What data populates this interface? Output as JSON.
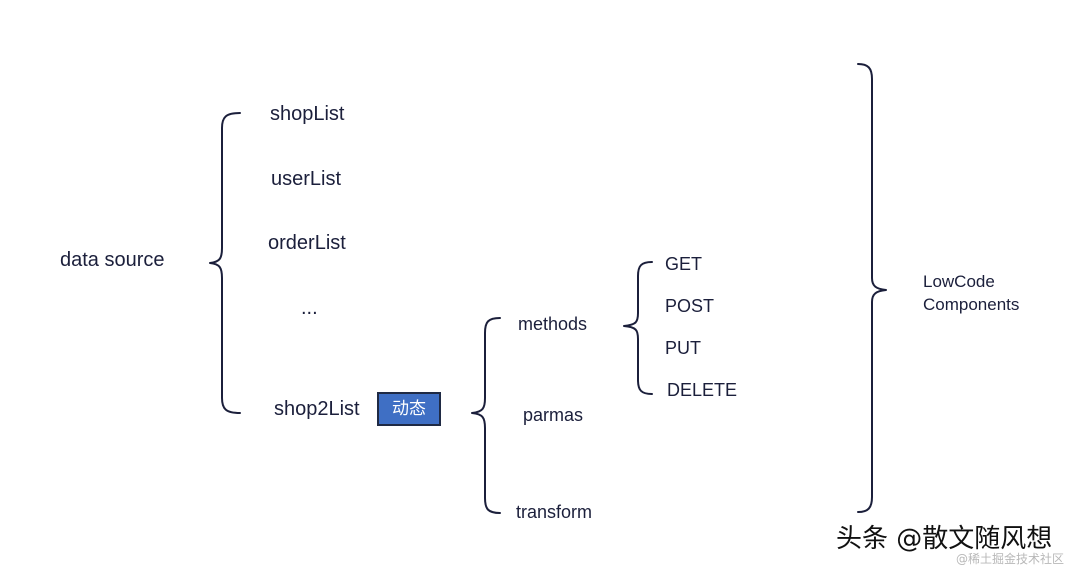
{
  "root": {
    "label": "data source"
  },
  "sources": [
    "shopList",
    "userList",
    "orderList",
    "...",
    "shop2List"
  ],
  "dynamic_badge": "动态",
  "config": [
    "methods",
    "parmas",
    "transform"
  ],
  "methods": [
    "GET",
    "POST",
    "PUT",
    "DELETE"
  ],
  "target": {
    "line1": "LowCode",
    "line2": "Components"
  },
  "watermark": {
    "main": "头条 @散文随风想",
    "sub": "@稀土掘金技术社区"
  },
  "colors": {
    "text": "#1b1f3b",
    "bracket": "#1b1f3b",
    "badge_fill": "#3f6fc4",
    "badge_border": "#1f2a44"
  }
}
